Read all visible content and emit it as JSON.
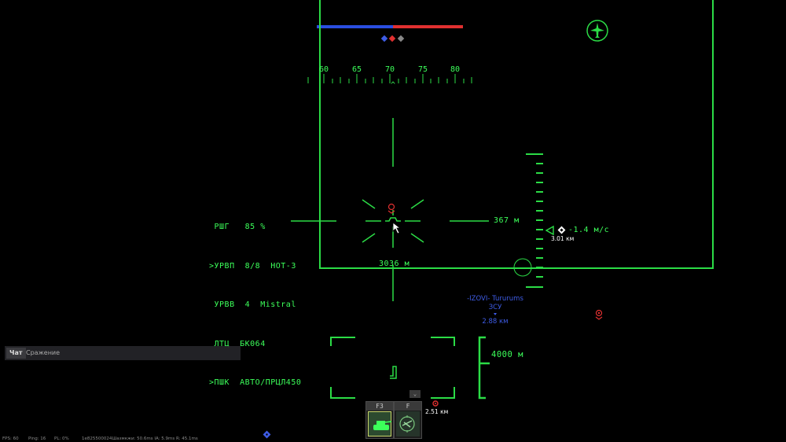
{
  "team_score": {
    "blue_color": "#2a4ee0",
    "red_color": "#e03030"
  },
  "compass": {
    "labels": [
      "60",
      "65",
      "70",
      "75",
      "80"
    ],
    "caret": "^"
  },
  "weapons_panel": {
    "lines": [
      " РШГ   85 %",
      ">УРВП  8/8  НОТ-3",
      " УРВВ  4  Mistral",
      " ЛТЦ  БК064",
      ">ПШК  АВТО/ПРЦЛ450"
    ]
  },
  "reticle": {
    "right_range": "367 м",
    "bottom_range": "3036 м"
  },
  "vertical_speed": {
    "value": "-1.4 м/с",
    "target_distance": "3.01 км"
  },
  "altimeter": {
    "value": "4000 м"
  },
  "ally_marker": {
    "name": "-IZOVI- Tururums",
    "vehicle": "ЗСУ",
    "distance": "2.88 км"
  },
  "enemy_marker": {
    "distance": "2.51 км"
  },
  "chat": {
    "tab_label": "Чат",
    "channel_label": "Сражение"
  },
  "weapon_slots": [
    {
      "key": "F3",
      "icon": "tank-icon",
      "active": true
    },
    {
      "key": "F",
      "icon": "helicopter-target-icon",
      "active": false
    }
  ],
  "status_bar": {
    "fps": "FPS: 60",
    "ping": "Ping: 16",
    "pl": "PL: 0%",
    "net": "1e825500024Шазмкжи: 50.6ms IA: 5.9ms R: 45.1ms"
  }
}
